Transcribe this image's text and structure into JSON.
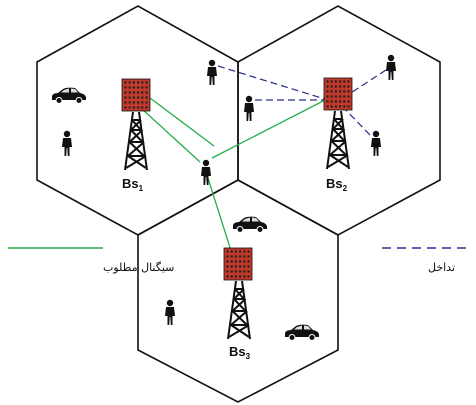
{
  "base_stations": [
    {
      "id": "bs1",
      "label": "Bs",
      "subscript": "1"
    },
    {
      "id": "bs2",
      "label": "Bs",
      "subscript": "2"
    },
    {
      "id": "bs3",
      "label": "Bs",
      "subscript": "3"
    }
  ],
  "legend": {
    "desired_signal": {
      "label": "سیگنال مطلوب",
      "color": "#22b04a",
      "style": "solid"
    },
    "interference": {
      "label": "تداخل",
      "color": "#2b2f8a",
      "style": "dashed"
    }
  },
  "colors": {
    "cell_border": "#111111",
    "antenna_panel": "#c0392b",
    "antenna_dots": "#222222",
    "tower": "#111111"
  },
  "icons": [
    "person-icon",
    "car-icon",
    "base-station-tower-icon"
  ]
}
